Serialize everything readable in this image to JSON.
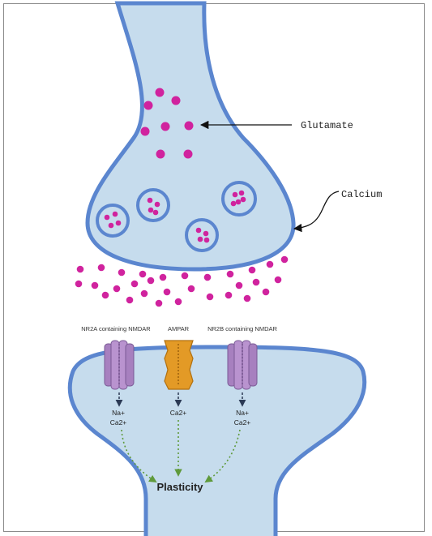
{
  "labels": {
    "glutamate": "Glutamate",
    "calcium": "Calcium",
    "receptor_left": "NR2A containing NMDAR",
    "receptor_mid": "AMPAR",
    "receptor_right": "NR2B containing NMDAR",
    "ions_left_1": "Na+",
    "ions_left_2": "Ca2+",
    "ions_mid": "Ca2+",
    "ions_right_1": "Na+",
    "ions_right_2": "Ca2+",
    "plasticity": "Plasticity"
  },
  "colors": {
    "membrane": "#5b86cf",
    "cytoplasm": "#c6dced",
    "glutamate": "#d0239e",
    "nmdar": "#a780bf",
    "ampar": "#e39a26",
    "arrow_green": "#5f9a3b",
    "arrow_dark": "#2b3a55"
  }
}
